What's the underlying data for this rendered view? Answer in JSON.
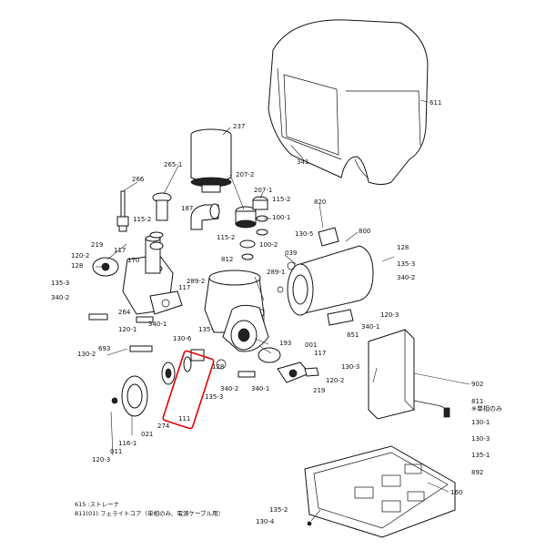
{
  "labels": {
    "l611": "611",
    "l341": "341",
    "l237": "237",
    "l265_1": "265-1",
    "l266": "266",
    "l207_2": "207-2",
    "l207_1": "207-1",
    "l115_2a": "115-2",
    "l115_2b": "115-2",
    "l115_2c": "115-2",
    "l100_1": "100-1",
    "l100_2": "100-2",
    "l187": "187",
    "l820": "820",
    "l130_5": "130-5",
    "l800": "800",
    "l039": "039",
    "l219a": "219",
    "l117a": "117",
    "l120_2a": "120-2",
    "l128a": "128",
    "l170": "170",
    "l135_3a": "135-3",
    "l340_2a": "340-2",
    "l264": "264",
    "l120_1": "120-1",
    "l812": "812",
    "l289_2": "289-2",
    "l289_1": "289-1",
    "l128b": "128",
    "l135_3b": "135-3",
    "l340_2b": "340-2",
    "l117b": "117",
    "l340_1a": "340-1",
    "l851": "851",
    "l340_1b": "340-1",
    "l120_3a": "120-3",
    "l130_6": "130-6",
    "l135_x": "135-",
    "l193": "193",
    "l001": "001",
    "l130_2": "130-2",
    "l693": "693",
    "l117c": "117",
    "l128c": "128",
    "l135_3c": "135-3",
    "l340_2c": "340-2",
    "l340_1c": "340-1",
    "l219b": "219",
    "l120_2b": "120-2",
    "l130_3a": "130-3",
    "l902": "902",
    "l811": "811",
    "l811note": "※単相のみ",
    "l130_1": "130-1",
    "l130_3b": "130-3",
    "l135_1": "135-1",
    "l892": "892",
    "l160": "160",
    "l135_2": "135-2",
    "l130_4": "130-4",
    "l111": "111",
    "l274": "274",
    "l021": "021",
    "l116_1": "116-1",
    "l011": "011",
    "l120_3b": "120-3"
  },
  "legend": {
    "line1": "615 :ストレーナ",
    "line2": "811(01):フェライトコア（単相のみ、電源ケーブル用）"
  },
  "highlight_color": "#e00000"
}
